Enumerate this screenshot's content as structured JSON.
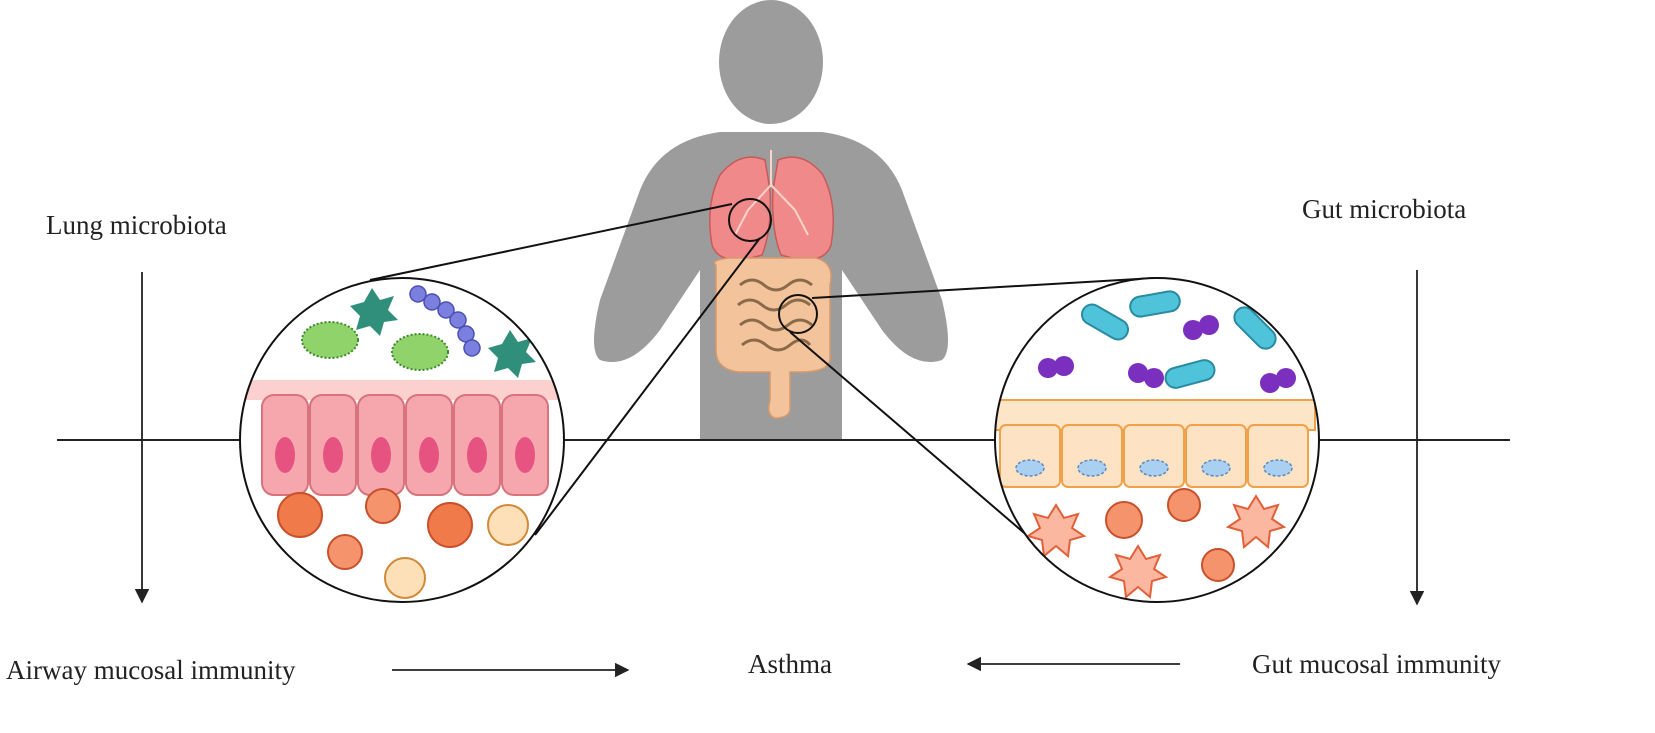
{
  "labels": {
    "lung_microbiota": "Lung microbiota",
    "gut_microbiota": "Gut microbiota",
    "airway_mucosal_immunity": "Airway mucosal immunity",
    "asthma": "Asthma",
    "gut_mucosal_immunity": "Gut mucosal immunity"
  },
  "colors": {
    "body_silhouette": "#9c9c9c",
    "lung": "#f08a8a",
    "intestine": "#f3c49b",
    "airway_cell": "#f6a7ad",
    "gut_cell": "#fde2c4",
    "green_microbe": "#4caf50",
    "teal_microbe": "#2f8f7a",
    "blue_microbe": "#7b7fe0",
    "cyan_microbe": "#4fc3d9",
    "purple_microbe": "#7b2fbe",
    "immune_cell": "#f07a4a"
  }
}
